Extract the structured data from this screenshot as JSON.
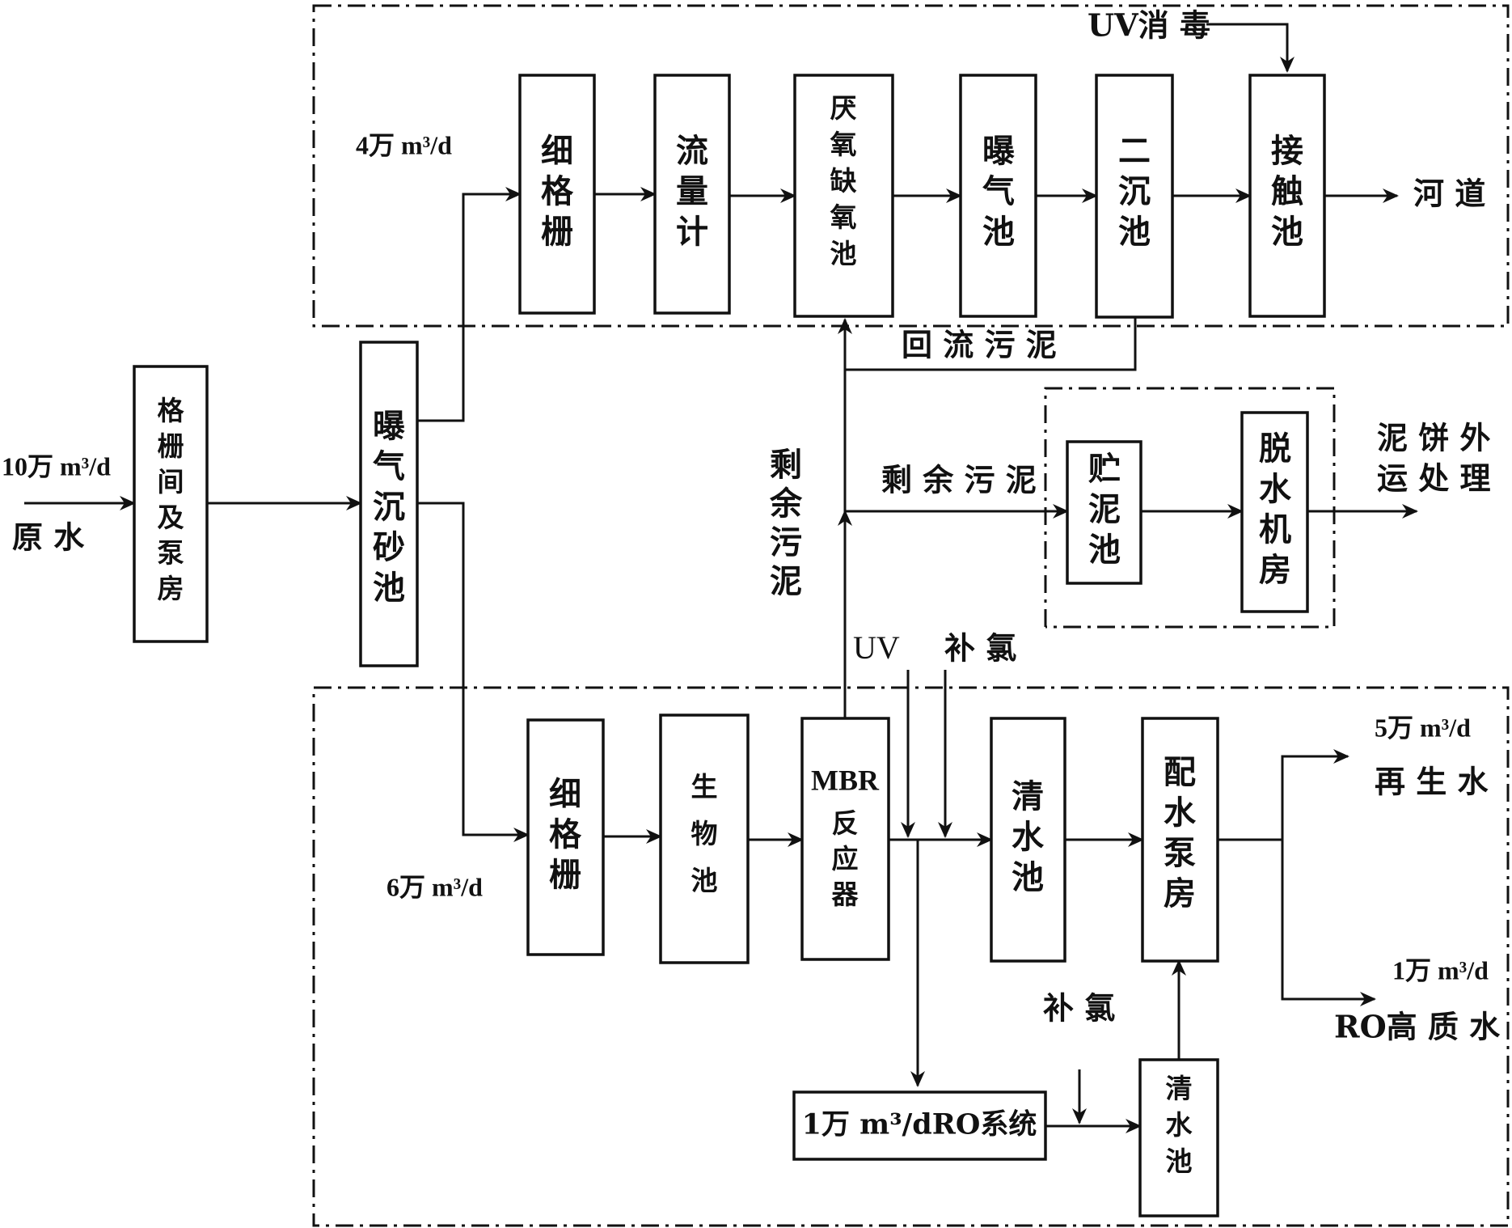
{
  "boxes": {
    "grille_pump": "格栅间及泵房",
    "aerated_grit": "曝气沉砂池",
    "top_fine_screen": "细格栅",
    "flow_meter": "流量计",
    "anaerobic_anoxic": "厌氧缺氧池",
    "aeration_tank": "曝气池",
    "secondary_clarifier": "二沉池",
    "contact_tank": "接触池",
    "sludge_storage": "贮泥池",
    "dewatering_room": "脱水机房",
    "bottom_fine_screen": "细格栅",
    "bio_tank": "生物池",
    "mbr_line1": "MBR",
    "mbr_line2": "反应器",
    "clear_water_1": "清水池",
    "distribution_pump": "配水泵房",
    "ro_system": "1万 m³/dRO系统",
    "clear_water_2": "清水池"
  },
  "labels": {
    "inflow_rate": "10万 m³/d",
    "raw_water": "原 水",
    "top_flow": "4万 m³/d",
    "bottom_flow": "6万 m³/d",
    "uv_disinfection": "UV消 毒",
    "river": "河 道",
    "return_sludge": "回 流 污 泥",
    "excess_sludge_vertical": "剩余污泥",
    "excess_sludge_horizontal": "剩 余 污 泥",
    "sludge_cake_line1": "泥 饼 外",
    "sludge_cake_line2": "运 处 理",
    "uv": "UV",
    "chlorine_top": "补 氯",
    "chlorine_bottom": "补 氯",
    "recycled_flow": "5万 m³/d",
    "recycled_water": "再 生 水",
    "ro_flow": "1万 m³/d",
    "ro_water": "RO高 质 水"
  }
}
